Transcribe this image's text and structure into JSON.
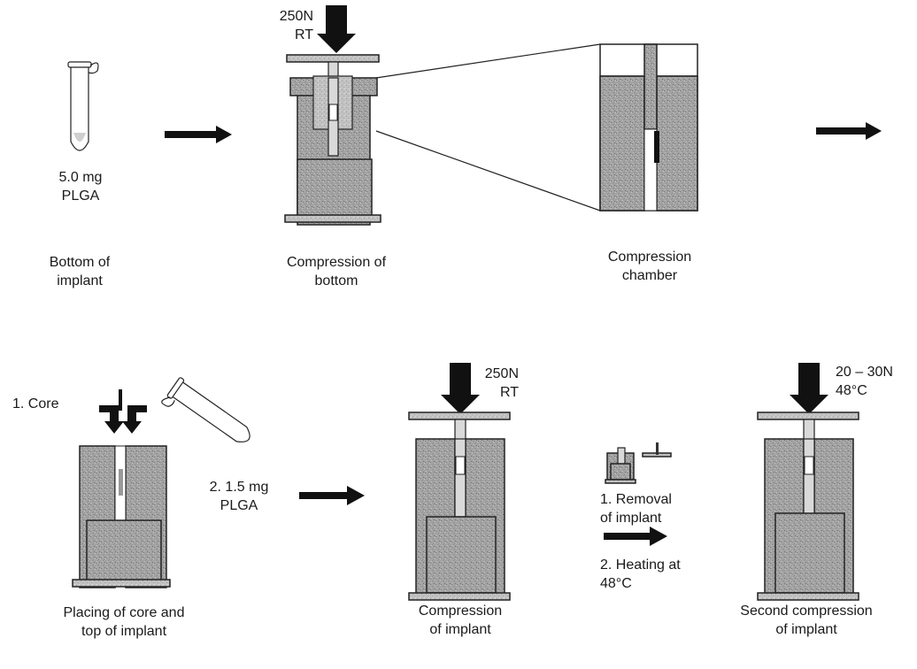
{
  "labels": {
    "bottom_mass_line1": "5.0 mg",
    "bottom_mass_line2": "PLGA",
    "bottom_caption_line1": "Bottom of",
    "bottom_caption_line2": "implant",
    "force1_line1": "250N",
    "force1_line2": "RT",
    "compression_bottom_line1": "Compression of",
    "compression_bottom_line2": "bottom",
    "chamber_line1": "Compression",
    "chamber_line2": "chamber",
    "core_label": "1. Core",
    "placing_line1": "Placing of core and",
    "placing_line2": "top of implant",
    "plga2_line1": "2. 1.5 mg",
    "plga2_line2": "PLGA",
    "force2_line1": "250N",
    "force2_line2": "RT",
    "compression_implant_line1": "Compression",
    "compression_implant_line2": "of implant",
    "removal_line1": "1. Removal",
    "removal_line2": "of implant",
    "heating_line1": "2. Heating at",
    "heating_line2": "48°C",
    "force3_line1": "20 – 30N",
    "force3_line2": "48°C",
    "second_line1": "Second compression",
    "second_line2": "of implant"
  },
  "colors": {
    "ink": "#111111",
    "grain": "#a8a8a8",
    "plate": "#bdbdbd",
    "background": "#ffffff"
  }
}
